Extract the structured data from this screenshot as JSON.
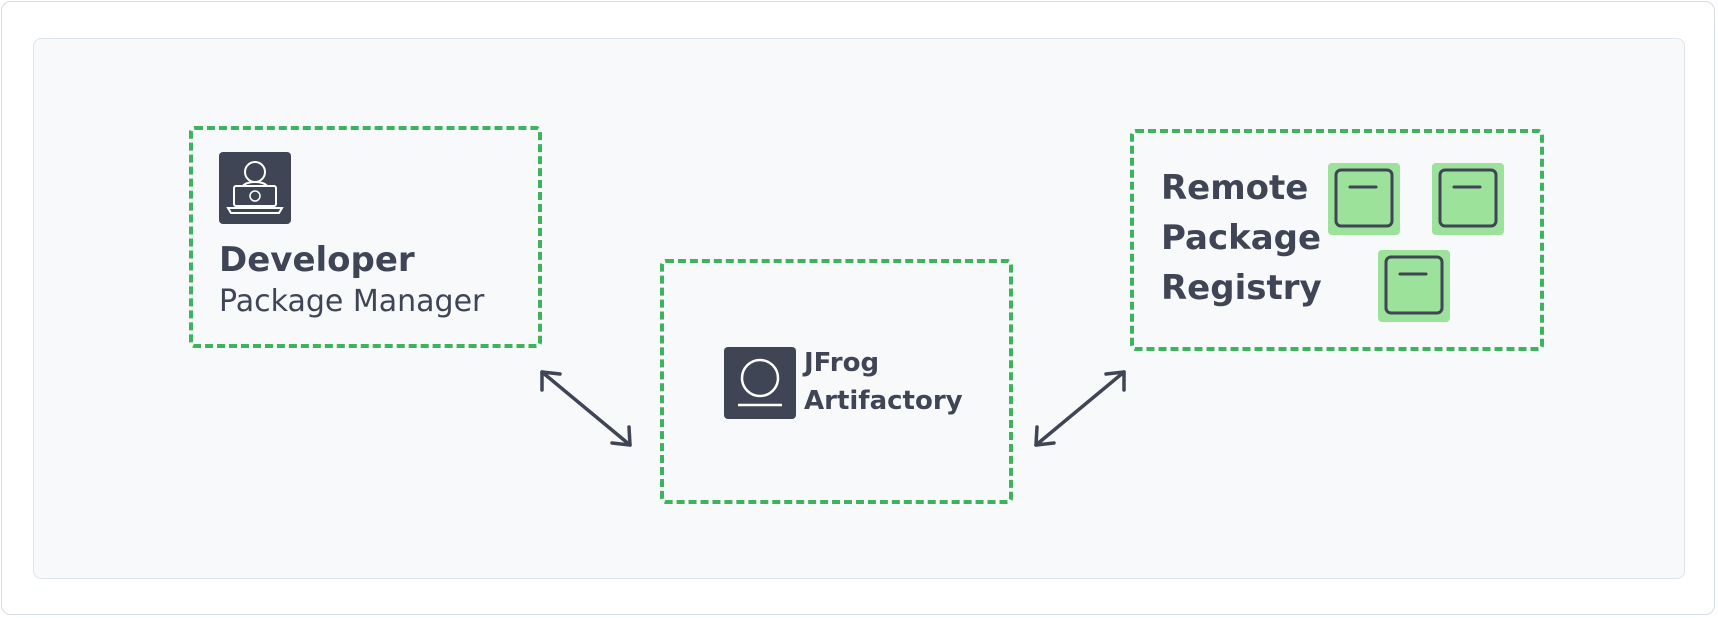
{
  "developer": {
    "title": "Developer",
    "subtitle": "Package Manager",
    "icon": "developer-laptop-icon"
  },
  "artifactory": {
    "line1": "JFrog",
    "line2": "Artifactory",
    "icon": "artifactory-logo-icon"
  },
  "registry": {
    "line1": "Remote",
    "line2": "Package",
    "line3": "Registry",
    "package_icon": "package-box-icon"
  },
  "colors": {
    "accent_green": "#3db35e",
    "package_green": "#9de29a",
    "dark": "#3f4554",
    "canvas_bg": "#f7f9fb"
  }
}
